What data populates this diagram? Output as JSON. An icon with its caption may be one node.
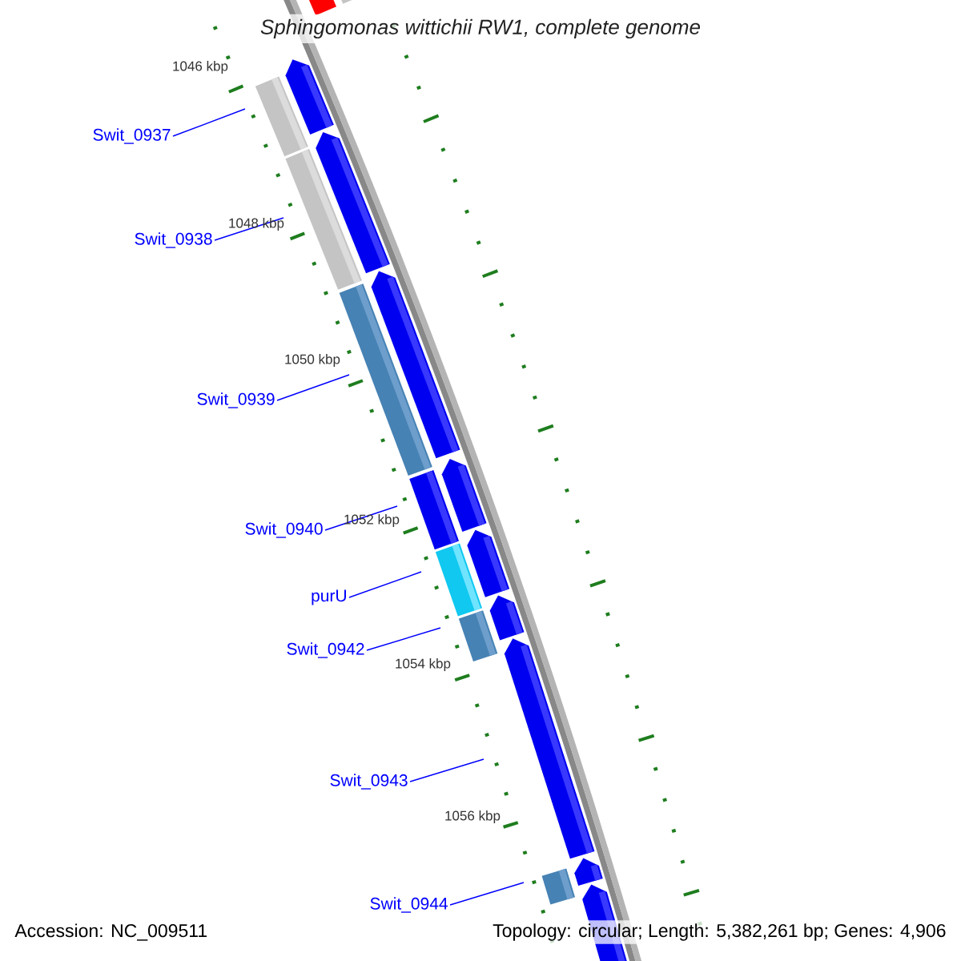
{
  "diagram": {
    "title": "Sphingomonas wittichii RW1, complete genome",
    "nodes": [
      {
        "text": [
          "Swit_0937"
        ]
      },
      {
        "text": [
          "Swit_0938"
        ]
      },
      {
        "text": [
          "Swit_0939"
        ]
      },
      {
        "text": [
          "Swit_0940"
        ]
      },
      {
        "text": [
          "purU"
        ]
      },
      {
        "text": [
          "Swit_0942"
        ]
      },
      {
        "text": [
          "Swit_0943"
        ]
      },
      {
        "text": [
          "Swit_0944"
        ]
      },
      {
        "text": [],
        "shape": "box"
      },
      {
        "text": [],
        "shape": "box"
      },
      {
        "text": [],
        "shape": "box"
      },
      {
        "text": [],
        "shape": "box"
      },
      {
        "text": [],
        "shape": "box"
      },
      {
        "text": [],
        "shape": "box"
      },
      {
        "text": [],
        "shape": "arrow"
      },
      {
        "text": [],
        "shape": "box"
      }
    ],
    "edges": [
      {
        "from": 0,
        "to": 8,
        "arrow": "none"
      },
      {
        "from": 1,
        "to": 9,
        "arrow": "none"
      },
      {
        "from": 2,
        "to": 10,
        "arrow": "none"
      },
      {
        "from": 3,
        "to": 11,
        "arrow": "none"
      },
      {
        "from": 4,
        "to": 12,
        "arrow": "none"
      },
      {
        "from": 5,
        "to": 13,
        "arrow": "none"
      },
      {
        "from": 6,
        "to": 14,
        "arrow": "none"
      },
      {
        "from": 7,
        "to": 15,
        "arrow": "none"
      }
    ],
    "labels": [
      "1046 kbp",
      "1048 kbp",
      "1050 kbp",
      "1052 kbp",
      "1054 kbp",
      "1056 kbp",
      "Accession: NC_009511",
      "Topology: circular; Length: 5,382,261 bp; Genes: 4,906"
    ]
  }
}
